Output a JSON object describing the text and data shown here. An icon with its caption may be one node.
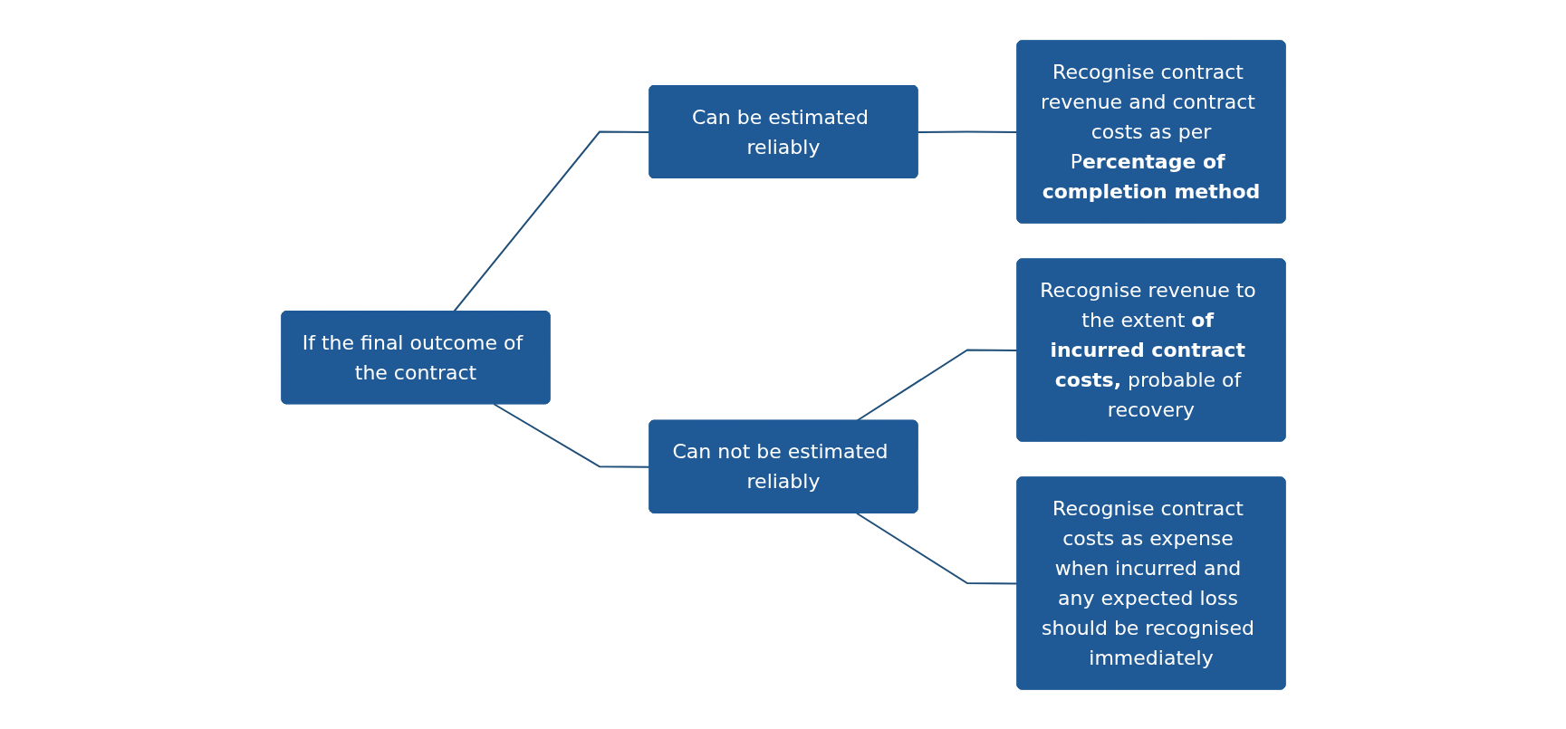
{
  "diagram": {
    "nodes": [
      {
        "text": [
          "If the final outcome of the contract"
        ]
      },
      {
        "text": [
          "Can be estimated reliably"
        ]
      },
      {
        "text": [
          "Recognise contract revenue and contract costs as per",
          "P**ercentage of completion method**"
        ]
      },
      {
        "text": [
          "Can not be estimated reliably"
        ]
      },
      {
        "text": [
          "Recognise revenue to the extent **of incurred contract costs,** probable of recovery"
        ]
      },
      {
        "text": [
          "Recognise contract costs as expense when incurred and any expected loss should be recognised immediately"
        ]
      }
    ],
    "edges": [
      {
        "from": 0,
        "to": 1,
        "arrow": "none"
      },
      {
        "from": 0,
        "to": 3,
        "arrow": "none"
      },
      {
        "from": 1,
        "to": 2,
        "arrow": "none"
      },
      {
        "from": 3,
        "to": 4,
        "arrow": "none"
      },
      {
        "from": 3,
        "to": 5,
        "arrow": "none"
      }
    ]
  }
}
